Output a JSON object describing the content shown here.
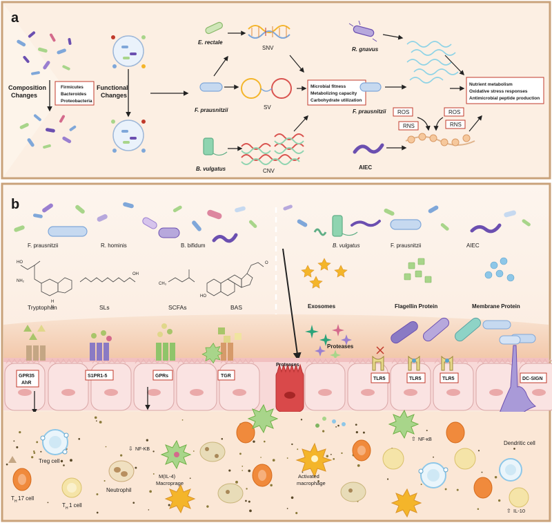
{
  "panel_a": {
    "letter": "a",
    "composition_label_1": "Composition",
    "composition_label_2": "Changes",
    "phyla": [
      "Firmicutes",
      "Bacteroides",
      "Proteobacteria"
    ],
    "functional_label_1": "Functional",
    "functional_label_2": "Changes",
    "species": [
      "E. rectale",
      "F. prausnitzii",
      "B. vulgatus"
    ],
    "variations": [
      "SNV",
      "SV",
      "CNV"
    ],
    "effects": [
      "Microbial fitness",
      "Metabolizing capacity",
      "Carbohydrate utilization"
    ],
    "right_species": [
      "R. gnavus",
      "F. prausnitzii",
      "AIEC"
    ],
    "reactive": [
      "ROS",
      "RNS",
      "ROS",
      "RNS"
    ],
    "outcomes": [
      "Nutrient metabolism",
      "Oxidative stress responses",
      "Antimicrobial peptide production"
    ]
  },
  "panel_b": {
    "letter": "b",
    "bacteria_left": [
      "F. prausnitzii",
      "R. hominis",
      "B. bifidum"
    ],
    "bacteria_right": [
      "B. vulgatus",
      "F. prausnitzii",
      "AIEC"
    ],
    "metabolites": [
      "Tryptophan",
      "SLs",
      "SCFAs",
      "BAS"
    ],
    "chem_labels": [
      "HO",
      "NH₂",
      "H",
      "N",
      "OH",
      "CH₃",
      "HO",
      "O"
    ],
    "components": [
      "Exosomes",
      "Flagellin Protein",
      "Membrane Protein"
    ],
    "proteases": [
      "Proteases",
      "Proteases"
    ],
    "receptors": [
      "GPR35",
      "AhR",
      "S1PR1-5",
      "GPRs",
      "TGR",
      "TLR5",
      "TLR5",
      "TLR5",
      "DC-SIGN"
    ],
    "cells": {
      "treg": "Treg cell",
      "th17_main": "T",
      "th17_sub": "H",
      "th17_rest": "17 cell",
      "th1_main": "T",
      "th1_sub": "H",
      "th1_rest": "1 cell",
      "neutrophil": "Neutrophil",
      "nfkb_down": "NF-KB",
      "macrophage_1": "M(IL-4)",
      "macrophage_2": "Macroprage",
      "activated_1": "Activated",
      "activated_2": "macrophage",
      "nfkb_up": "NF-κB",
      "dendritic": "Dendritic cell",
      "il10": "IL-10"
    }
  },
  "colors": {
    "frame": "#c9a27a",
    "panel_a_bg": "#fdf4ea",
    "lumen": "#fbeee2",
    "mucus": "#f6d6c0",
    "epithelium": "#f8d9d8",
    "cell_border": "#d9a5a5",
    "lamina": "#fbe7d6",
    "box_border": "#c0392b",
    "purple": "#6b4fb0",
    "blue": "#7fa7d9",
    "green": "#a8d58a",
    "gold": "#f4b52a"
  }
}
